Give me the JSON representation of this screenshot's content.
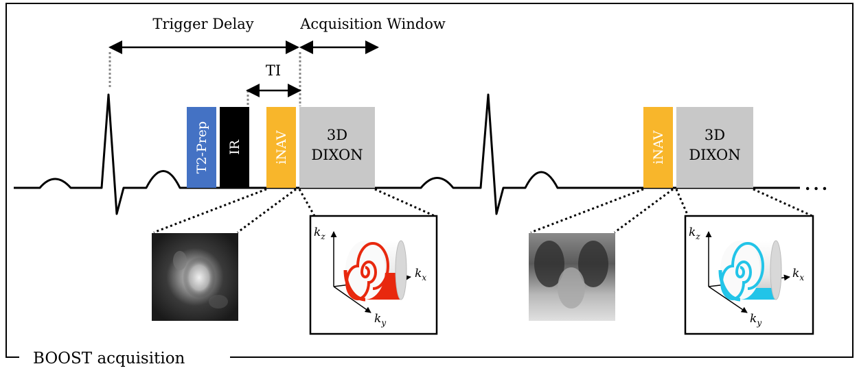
{
  "title": "BOOST acquisition",
  "labels": {
    "trigger_delay": "Trigger Delay",
    "acquisition_window": "Acquisition Window",
    "ti": "TI"
  },
  "blocks": {
    "t2prep": "T2-Prep",
    "ir": "IR",
    "inav": "iNAV",
    "dixon_line1": "3D",
    "dixon_line2": "DIXON"
  },
  "ellipsis": "...",
  "axes": {
    "k": "k",
    "z": "z",
    "x": "x",
    "y": "y"
  },
  "colors": {
    "t2prep": "#4472C4",
    "ir": "#000000",
    "inav": "#F8B62B",
    "dixon": "#C8C8C8",
    "spiral_red": "#E8280E",
    "spiral_cyan": "#22C4E8"
  }
}
